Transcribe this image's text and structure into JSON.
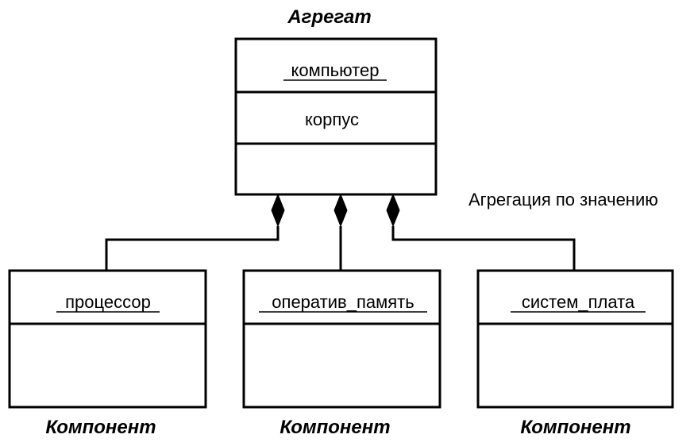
{
  "aggregate": {
    "stereotype": "Агрегат",
    "name": "компьютер",
    "attribute": "корпус"
  },
  "relation_label": "Агрегация по значению",
  "components": [
    {
      "stereotype": "Компонент",
      "name": "процессор"
    },
    {
      "stereotype": "Компонент",
      "name": "оператив_память"
    },
    {
      "stereotype": "Компонент",
      "name": "систем_плата"
    }
  ],
  "colors": {
    "stroke": "#000000",
    "background": "#ffffff"
  }
}
